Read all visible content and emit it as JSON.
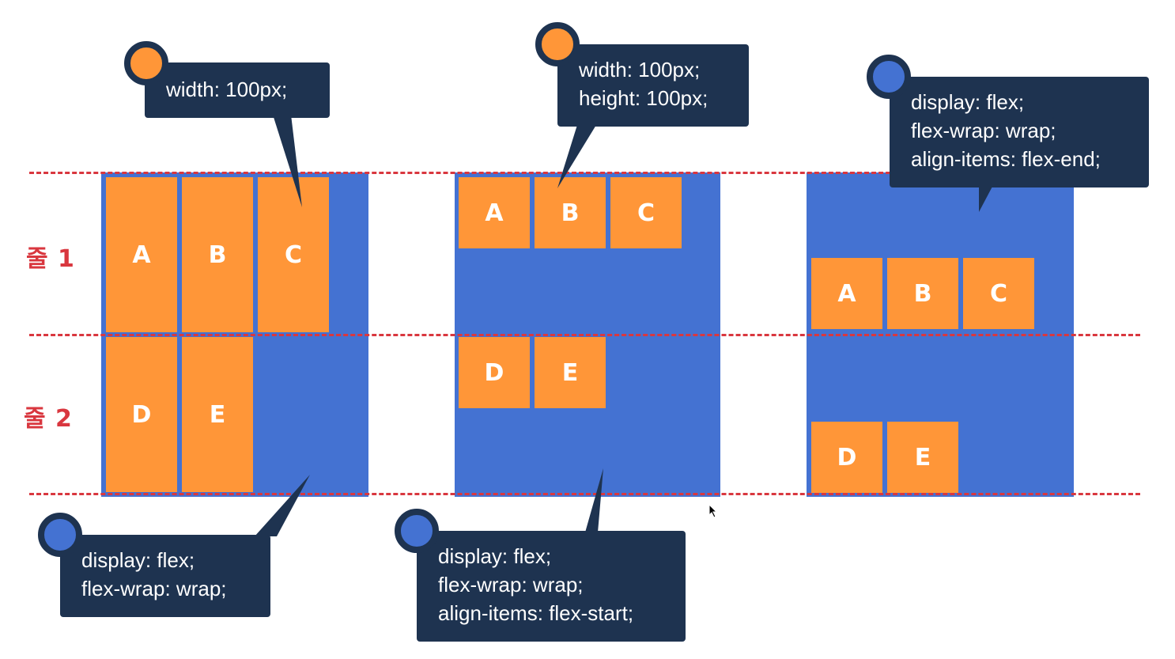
{
  "row_labels": {
    "line1": "줄 1",
    "line2": "줄 2"
  },
  "colors": {
    "container": "#4472d2",
    "item": "#ff9638",
    "tooltip": "#1e3350",
    "guide": "#d9373f"
  },
  "panels": [
    {
      "items": [
        "A",
        "B",
        "C",
        "D",
        "E"
      ],
      "top_note": {
        "dot": "orange",
        "lines": [
          "width: 100px;"
        ]
      },
      "bottom_note": {
        "dot": "blue",
        "lines": [
          "display: flex;",
          "flex-wrap: wrap;"
        ]
      }
    },
    {
      "items": [
        "A",
        "B",
        "C",
        "D",
        "E"
      ],
      "top_note": {
        "dot": "orange",
        "lines": [
          "width: 100px;",
          "height: 100px;"
        ]
      },
      "bottom_note": {
        "dot": "blue",
        "lines": [
          "display: flex;",
          "flex-wrap: wrap;",
          "align-items: flex-start;"
        ]
      }
    },
    {
      "items": [
        "A",
        "B",
        "C",
        "D",
        "E"
      ],
      "top_note": {
        "dot": "blue",
        "lines": [
          "display: flex;",
          "flex-wrap: wrap;",
          "align-items: flex-end;"
        ]
      }
    }
  ]
}
